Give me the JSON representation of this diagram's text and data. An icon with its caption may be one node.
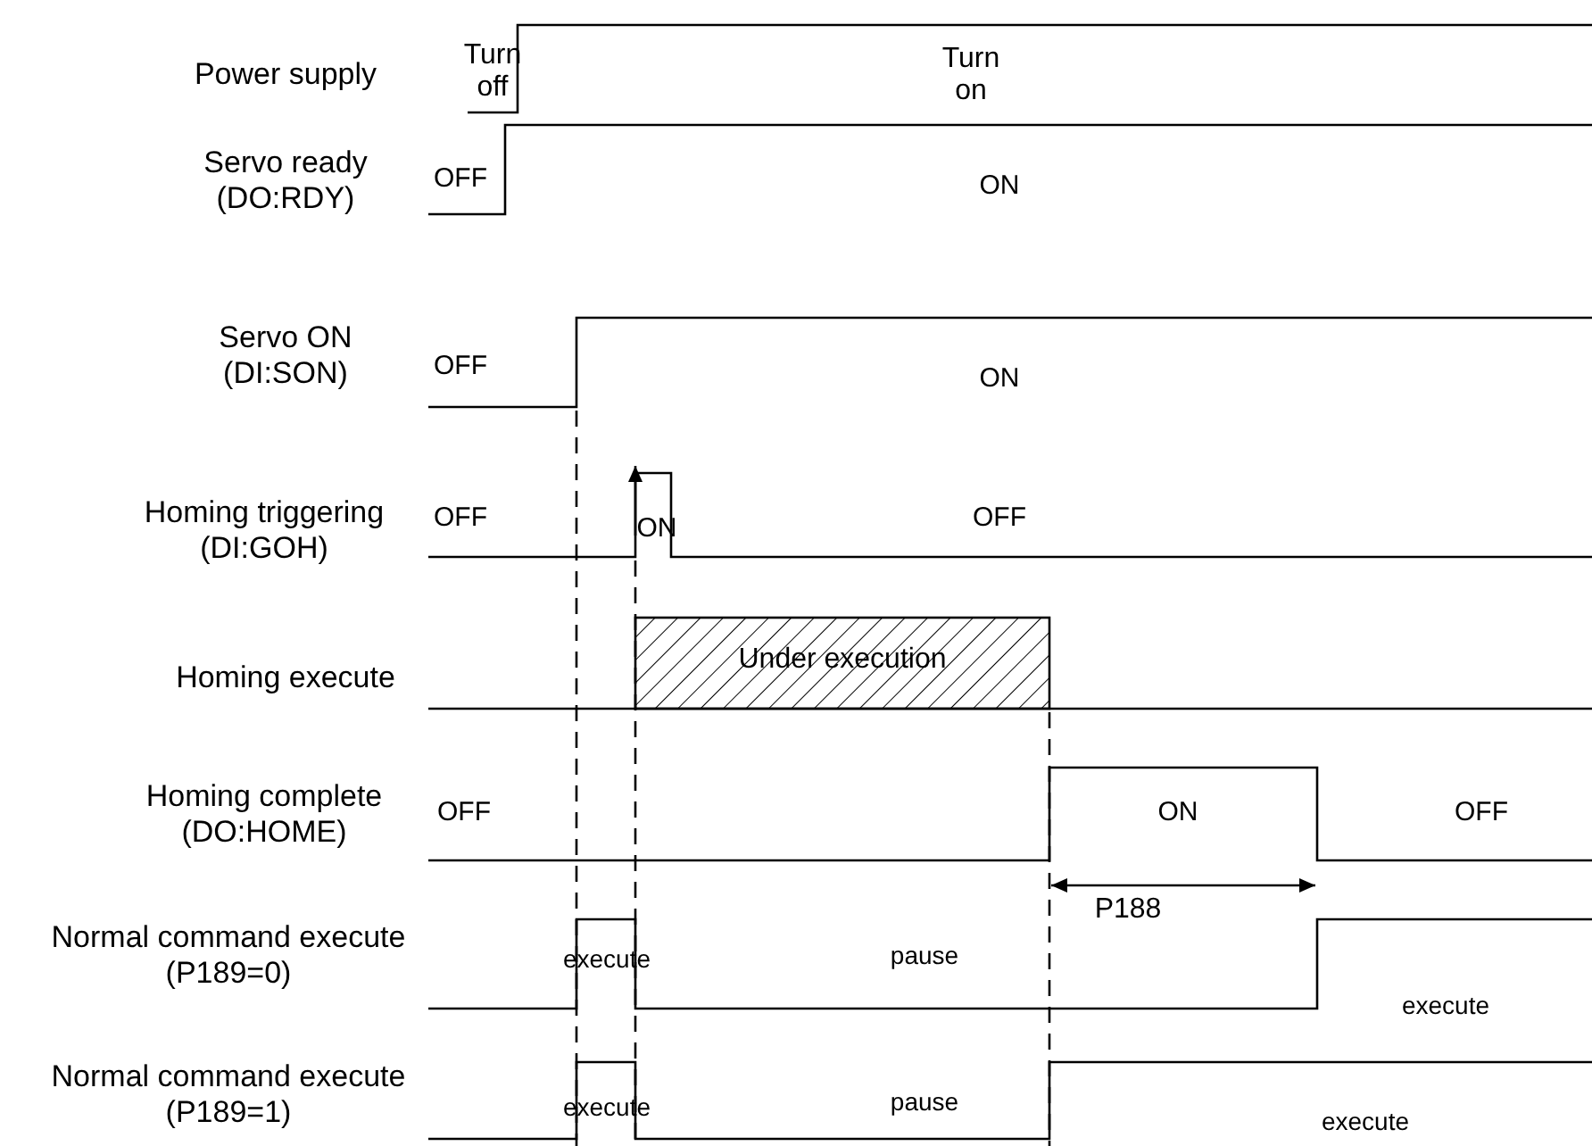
{
  "diagram": {
    "labels": [
      "Power supply",
      "Turn off",
      "Turn on",
      "Servo ready (DO:RDY)",
      "OFF",
      "ON",
      "Servo ON (DI:SON)",
      "OFF",
      "ON",
      "Homing triggering (DI:GOH)",
      "OFF",
      "ON",
      "OFF",
      "Homing execute",
      "Under execution",
      "Homing complete (DO:HOME)",
      "OFF",
      "ON",
      "OFF",
      "P188",
      "Normal command execute (P189=0)",
      "execute",
      "pause",
      "execute",
      "Normal command execute (P189=1)",
      "execute",
      "pause",
      "execute"
    ]
  }
}
